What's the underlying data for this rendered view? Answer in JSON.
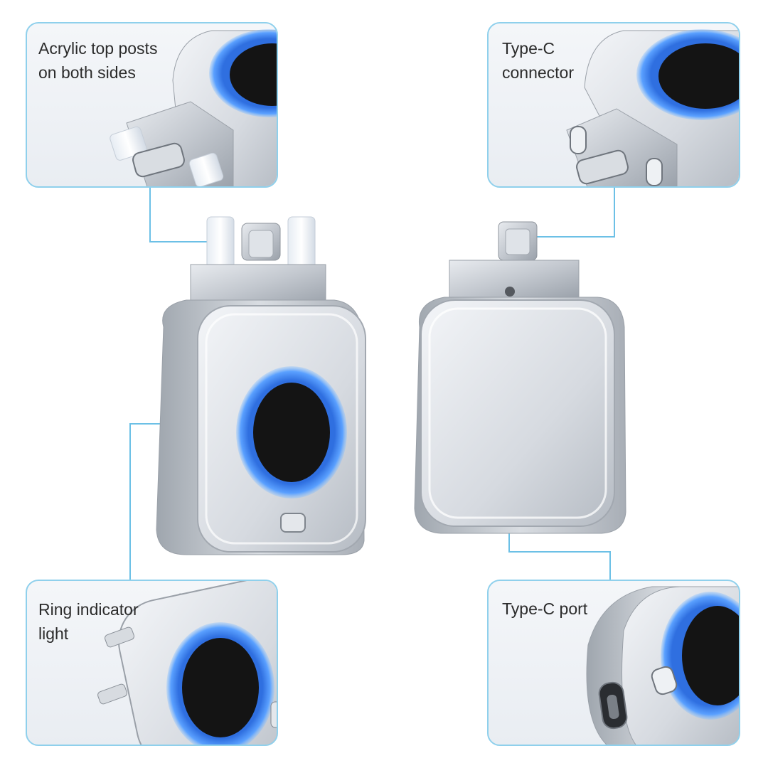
{
  "callouts": {
    "top_left": {
      "label": "Acrylic top posts\non both sides"
    },
    "top_right": {
      "label": "Type-C\nconnector"
    },
    "bottom_left": {
      "label": "Ring indicator\nlight"
    },
    "bottom_right": {
      "label": "Type-C port"
    }
  },
  "colors": {
    "callout_border": "#8fd0ec",
    "leader_line": "#6cc0e6",
    "ring_blue": "#2f6fe0",
    "lens_black": "#141414",
    "body_silver": "#c9ced4"
  },
  "icons": {
    "front_view": "adapter-front-icon",
    "back_view": "adapter-back-icon"
  }
}
